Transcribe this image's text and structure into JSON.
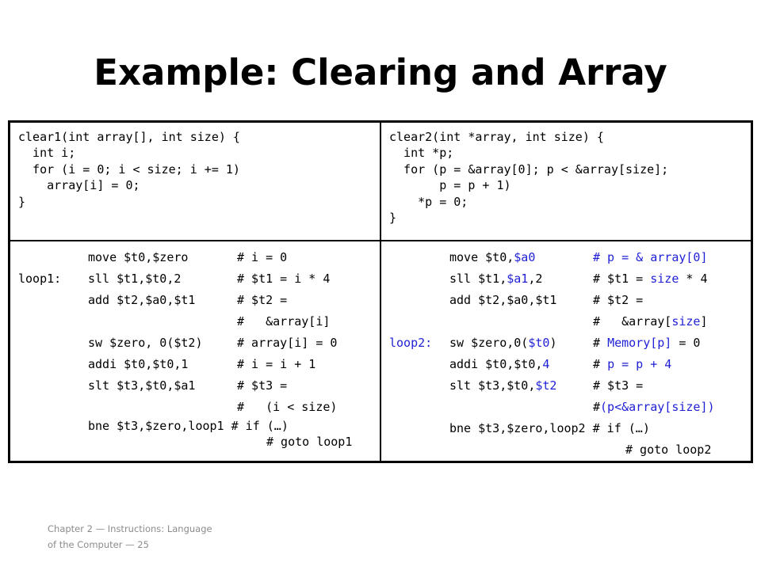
{
  "slide": {
    "title": "Example: Clearing and Array",
    "footer": "Chapter 2 — Instructions: Language of the Computer — 25"
  },
  "clear1": {
    "source": "clear1(int array[], int size) {\n  int i;\n  for (i = 0; i < size; i += 1)\n    array[i] = 0;\n}",
    "asm": [
      {
        "label": "",
        "instr": "move $t0,$zero",
        "comment": "# i = 0"
      },
      {
        "label": "loop1:",
        "instr": "sll $t1,$t0,2",
        "comment": "# $t1 = i * 4"
      },
      {
        "label": "",
        "instr": "add $t2,$a0,$t1",
        "comment": "# $t2 ="
      },
      {
        "label": "",
        "instr": "",
        "comment": "#   &array[i]"
      },
      {
        "label": "",
        "instr": "sw $zero, 0($t2)",
        "comment": "# array[i] = 0"
      },
      {
        "label": "",
        "instr": "addi $t0,$t0,1",
        "comment": "# i = i + 1"
      },
      {
        "label": "",
        "instr": "slt $t3,$t0,$a1",
        "comment": "# $t3 ="
      },
      {
        "label": "",
        "instr": "",
        "comment": "#   (i < size)"
      },
      {
        "label": "",
        "instr": "bne $t3,$zero,loop1",
        "comment": "# if (…)"
      }
    ],
    "asm_last_comment": "# goto loop1"
  },
  "clear2": {
    "source": "clear2(int *array, int size) {\n  int *p;\n  for (p = &array[0]; p < &array[size];\n       p = p + 1)\n    *p = 0;\n}",
    "asm": {
      "l1": {
        "instr_a": "move $t0,",
        "instr_b": "$a0",
        "comment": "# p = & array[0]"
      },
      "l2": {
        "instr_a": "sll $t1,",
        "instr_b": "$a1",
        "instr_c": ",2",
        "comment_a": "# $t1 = ",
        "comment_b": "size",
        "comment_c": " * 4"
      },
      "l3": {
        "instr": "add $t2,$a0,$t1",
        "comment": "# $t2 ="
      },
      "l4": {
        "comment_a": "#   &array[",
        "comment_b": "size",
        "comment_c": "]"
      },
      "l5": {
        "label": "loop2:",
        "instr_a": "sw $zero,0(",
        "instr_b": "$t0",
        "instr_c": ")",
        "comment_a": "# ",
        "comment_b": "Memory[p]",
        "comment_c": " = 0"
      },
      "l6": {
        "instr_a": "addi $t0,$t0,",
        "instr_b": "4",
        "comment_a": "# ",
        "comment_b": "p = p + 4"
      },
      "l7": {
        "instr_a": "slt $t3,$t0,",
        "instr_b": "$t2",
        "comment": "# $t3 ="
      },
      "l8": {
        "comment_a": "#",
        "comment_b": "(p<&array[size])"
      },
      "l9": {
        "instr": "bne $t3,$zero,loop2",
        "comment": "# if (…)"
      },
      "l10": {
        "comment": "# goto loop2"
      }
    }
  },
  "colors": {
    "highlight": "#1f1fd6",
    "footer_text": "#8c8c8c"
  }
}
